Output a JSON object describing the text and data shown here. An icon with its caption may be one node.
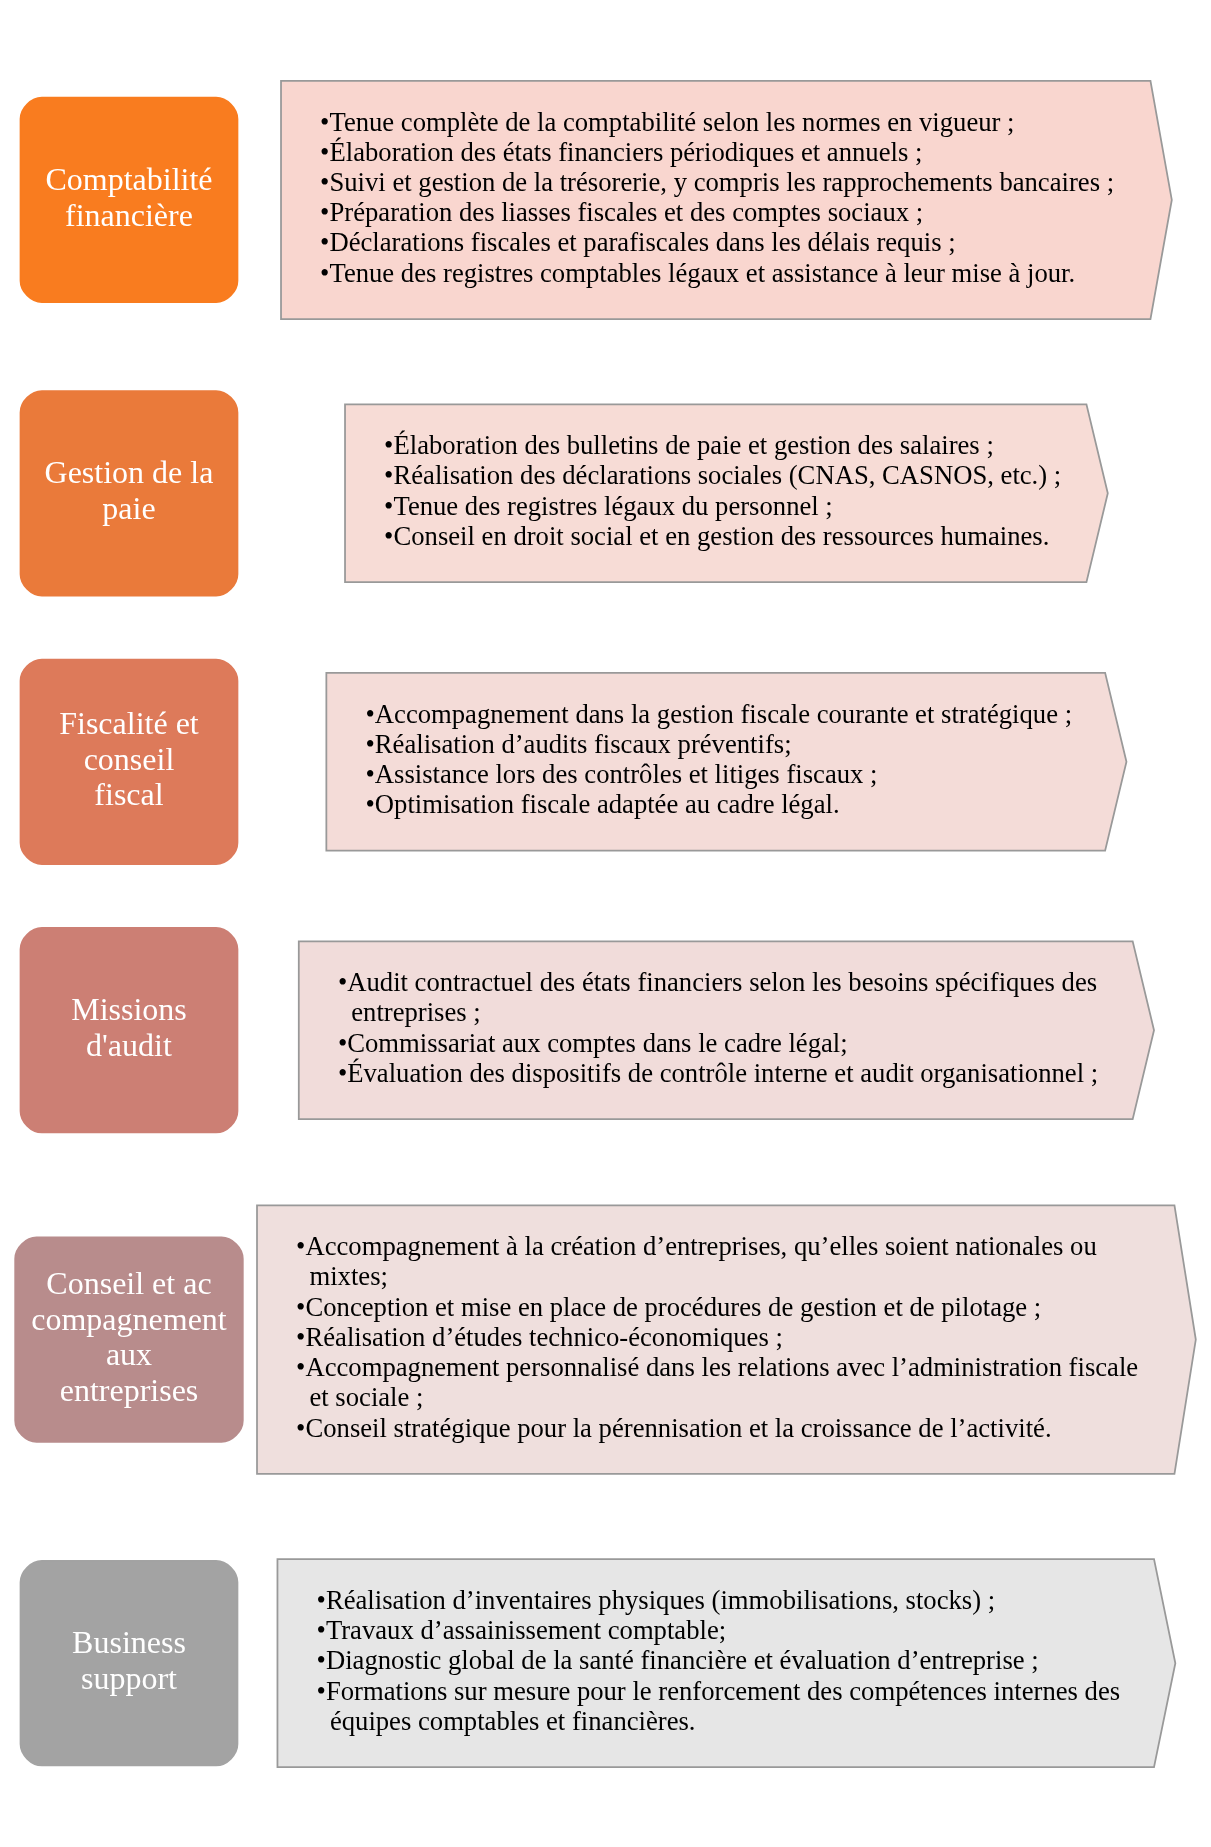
{
  "diagram": {
    "nodes": [
      {
        "text": [
          "Comptabilité financière"
        ]
      },
      {
        "text": [
          "•Tenue complète de la comptabilité selon les normes en vigueur ;",
          "•Élaboration des états financiers périodiques et annuels ;",
          "•Suivi et gestion de la trésorerie, y compris les rapprochements bancaires ;",
          "•Préparation des liasses fiscales et des comptes sociaux ;",
          "•Déclarations fiscales et parafiscales dans les délais requis ;",
          "•Tenue des registres comptables légaux et assistance à leur mise à jour."
        ]
      },
      {
        "text": [
          "Gestion de la paie"
        ]
      },
      {
        "text": [
          "•Élaboration des bulletins de paie et gestion des salaires ;",
          "•Réalisation des déclarations sociales (CNAS, CASNOS, etc.) ;",
          "•Tenue des registres légaux du personnel ;",
          "•Conseil en droit social et en gestion des ressources humaines."
        ]
      },
      {
        "text": [
          "Fiscalité et conseil fiscal"
        ]
      },
      {
        "text": [
          "•Accompagnement dans la gestion fiscale courante et stratégique ;",
          "•Réalisation d’audits fiscaux préventifs;",
          "•Assistance lors des contrôles et litiges fiscaux ;",
          "•Optimisation fiscale adaptée au cadre légal."
        ]
      },
      {
        "text": [
          "Missions d'audit"
        ]
      },
      {
        "text": [
          "•Audit contractuel des états financiers selon les besoins spécifiques des entreprises ;",
          "•Commissariat aux comptes dans le cadre légal;",
          "•Évaluation des dispositifs de contrôle interne et audit organisationnel ;"
        ]
      },
      {
        "text": [
          "Conseil et accompagnement aux entreprises"
        ]
      },
      {
        "text": [
          "•Accompagnement à la création d’entreprises, qu’elles soient nationales ou mixtes;",
          "•Conception et mise en place de procédures de gestion et de pilotage ;",
          "•Réalisation d’études technico-économiques ;",
          "•Accompagnement personnalisé dans les relations avec l’administration fiscale et sociale ;",
          "•Conseil stratégique pour la pérennisation et la croissance de l’activité."
        ]
      },
      {
        "text": [
          "Business support"
        ]
      },
      {
        "text": [
          "•Réalisation d’inventaires physiques (immobilisations, stocks) ;",
          "•Travaux d’assainissement comptable;",
          "•Diagnostic global de la santé financière et évaluation d’entreprise ;",
          "•Formations sur mesure pour le renforcement des compétences internes des équipes comptables et financières."
        ]
      }
    ]
  }
}
